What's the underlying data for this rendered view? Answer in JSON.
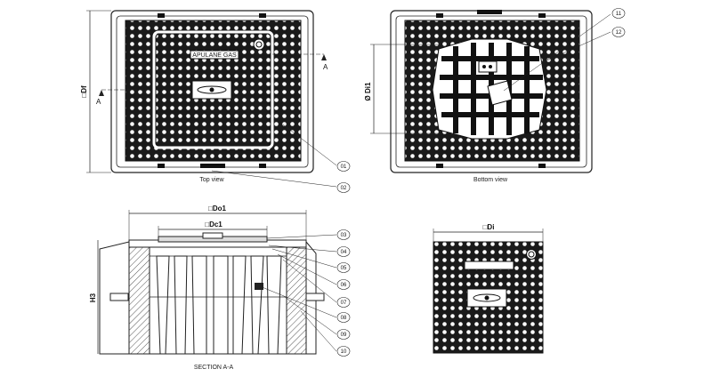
{
  "views": {
    "top": {
      "caption": "Top view",
      "plate_text": "APULANE GAS"
    },
    "bottom": {
      "caption": "Bottom view"
    },
    "section": {
      "caption": "SECTION A-A"
    }
  },
  "dimensions": {
    "df": "□Df",
    "di1": "Ø Di1",
    "do1": "□Do1",
    "dc1": "□Dc1",
    "h3": "H3",
    "di": "□Di"
  },
  "section_markers": {
    "a_left": "A",
    "a_right": "A"
  },
  "balloons": [
    "01",
    "02",
    "03",
    "04",
    "05",
    "06",
    "07",
    "08",
    "09",
    "10",
    "11",
    "12"
  ]
}
